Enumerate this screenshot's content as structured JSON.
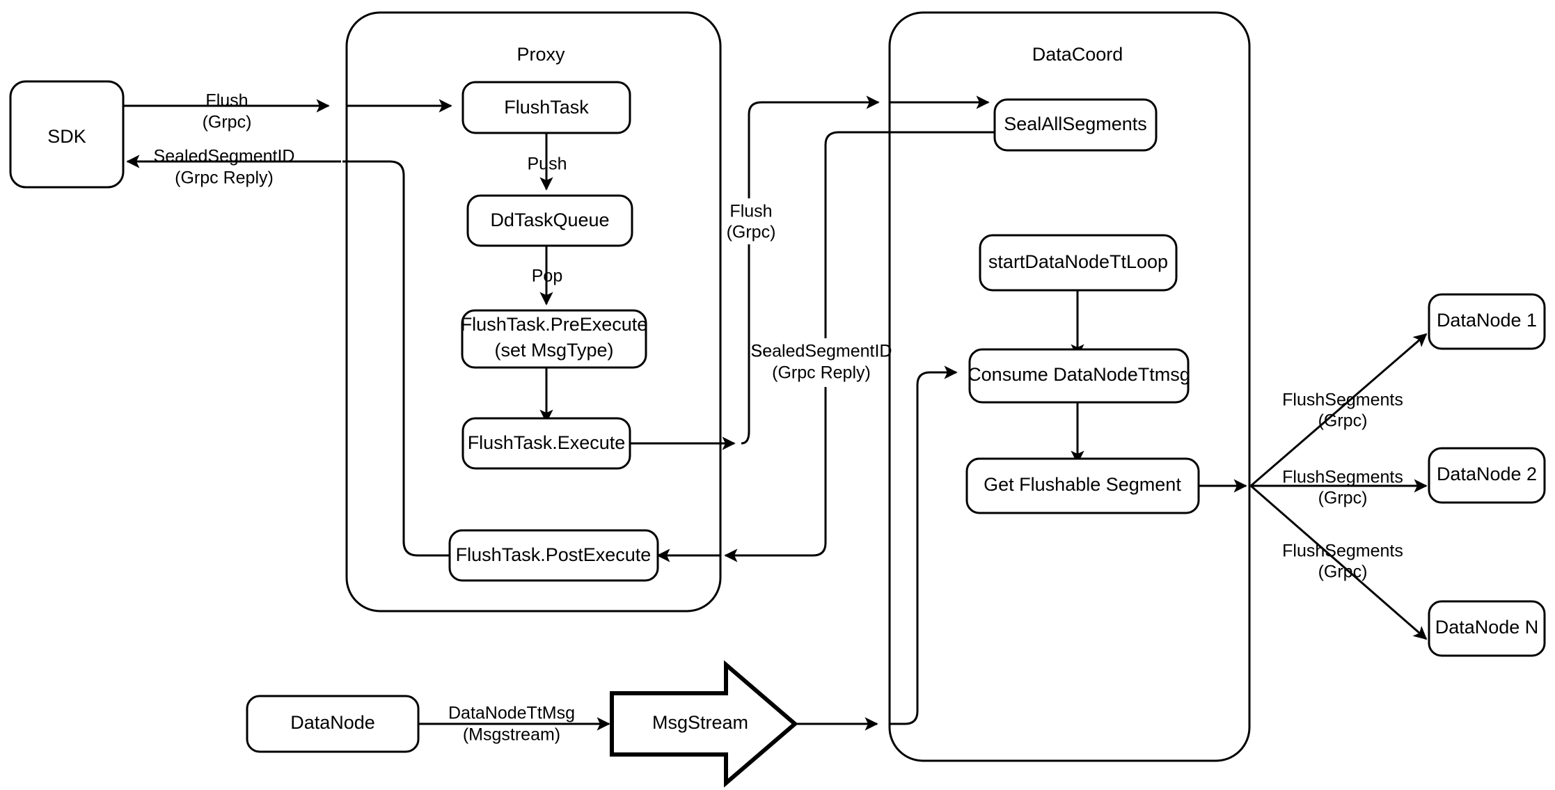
{
  "diagram": {
    "title": "Milvus Flush Flow",
    "background": "#ffffff",
    "stroke": "#000000"
  },
  "containers": [
    {
      "id": "proxy",
      "label": "Proxy"
    },
    {
      "id": "datacoord",
      "label": "DataCoord"
    }
  ],
  "nodes": {
    "sdk": {
      "label": "SDK"
    },
    "flush_task": {
      "label": "FlushTask"
    },
    "dd_task_queue": {
      "label": "DdTaskQueue"
    },
    "pre_execute_line1": {
      "label": "FlushTask.PreExecute"
    },
    "pre_execute_line2": {
      "label": "(set MsgType)"
    },
    "execute": {
      "label": "FlushTask.Execute"
    },
    "post_execute": {
      "label": "FlushTask.PostExecute"
    },
    "seal_all_segments": {
      "label": "SealAllSegments"
    },
    "start_datanode_tt_loop": {
      "label": "startDataNodeTtLoop"
    },
    "consume_datanode_ttmsg": {
      "label": "Consume DataNodeTtmsg"
    },
    "get_flushable_segment": {
      "label": "Get Flushable Segment"
    },
    "datanode_1": {
      "label": "DataNode 1"
    },
    "datanode_2": {
      "label": "DataNode 2"
    },
    "datanode_n": {
      "label": "DataNode N"
    },
    "datanode_src": {
      "label": "DataNode"
    },
    "msgstream": {
      "label": "MsgStream"
    }
  },
  "edge_labels": {
    "sdk_to_proxy_l1": "Flush",
    "sdk_to_proxy_l2": "(Grpc)",
    "proxy_to_sdk_l1": "SealedSegmentID",
    "proxy_to_sdk_l2": "(Grpc Reply)",
    "push": "Push",
    "pop": "Pop",
    "proxy_to_dc_l1": "Flush",
    "proxy_to_dc_l2": "(Grpc)",
    "dc_to_proxy_l1": "SealedSegmentID",
    "dc_to_proxy_l2": "(Grpc Reply)",
    "datanode_ttmsg_l1": "DataNodeTtMsg",
    "datanode_ttmsg_l2": "(Msgstream)",
    "flush_segments_1_l1": "FlushSegments",
    "flush_segments_1_l2": "(Grpc)",
    "flush_segments_2_l1": "FlushSegments",
    "flush_segments_2_l2": "(Grpc)",
    "flush_segments_n_l1": "FlushSegments",
    "flush_segments_n_l2": "(Grpc)"
  }
}
